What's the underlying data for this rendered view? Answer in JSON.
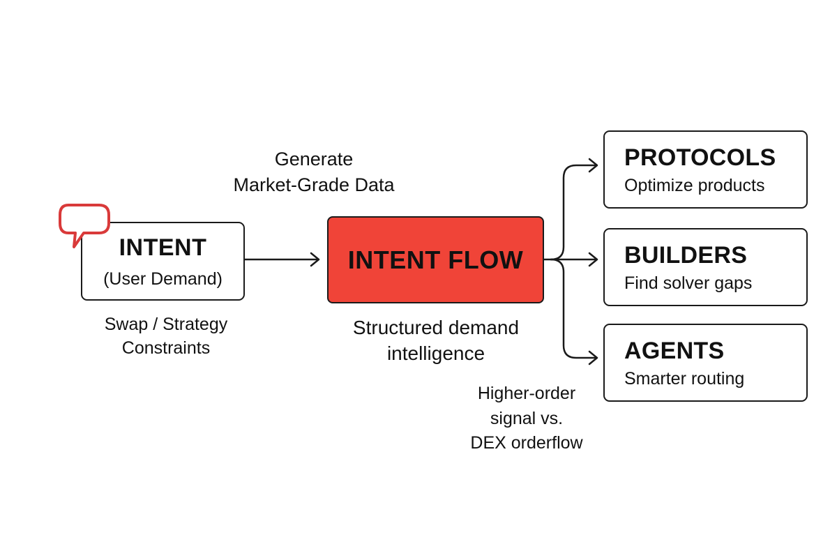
{
  "intent": {
    "title": "INTENT",
    "subtitle": "(User Demand)",
    "caption_lines": [
      "Swap / Strategy",
      "Constraints"
    ]
  },
  "generate": {
    "lines": [
      "Generate",
      "Market-Grade Data"
    ]
  },
  "flow": {
    "title": "INTENT FLOW",
    "caption_lines": [
      "Structured demand",
      "intelligence"
    ]
  },
  "signal": {
    "lines": [
      "Higher-order",
      "signal vs.",
      "DEX orderflow"
    ]
  },
  "targets": [
    {
      "title": "PROTOCOLS",
      "subtitle": "Optimize products"
    },
    {
      "title": "BUILDERS",
      "subtitle": "Find solver gaps"
    },
    {
      "title": "AGENTS",
      "subtitle": "Smarter routing"
    }
  ],
  "icons": {
    "speech_bubble": "speech-bubble-icon"
  },
  "colors": {
    "flow_fill": "#f04438",
    "bubble_stroke": "#d93a3a",
    "line": "#1a1a1a"
  }
}
